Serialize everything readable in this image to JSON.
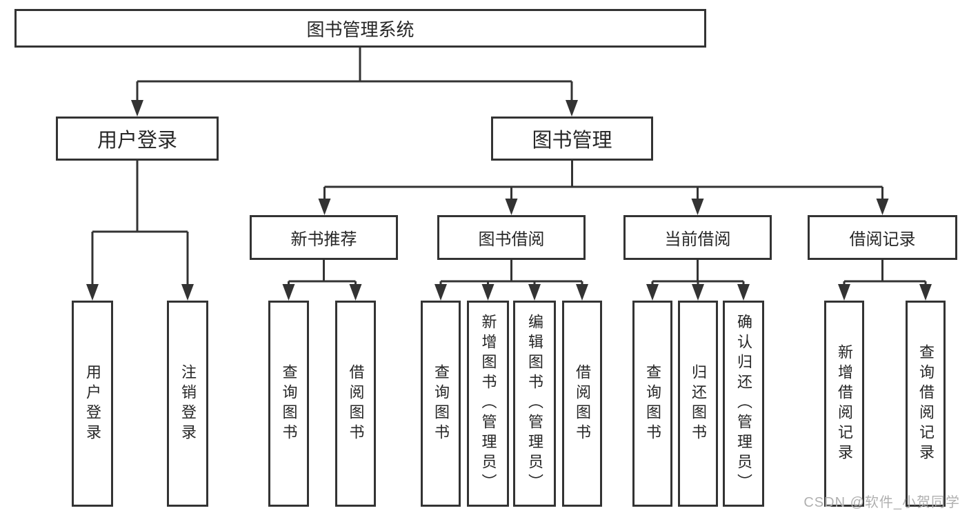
{
  "tree": {
    "title": "图书管理系统",
    "branches": [
      {
        "label": "用户登录",
        "children": [
          {
            "label": "用户登录"
          },
          {
            "label": "注销登录"
          }
        ]
      },
      {
        "label": "图书管理",
        "children": [
          {
            "label": "新书推荐",
            "children": [
              {
                "label": "查询图书"
              },
              {
                "label": "借阅图书"
              }
            ]
          },
          {
            "label": "图书借阅",
            "children": [
              {
                "label": "查询图书"
              },
              {
                "label": "新增图书（管理员）"
              },
              {
                "label": "编辑图书（管理员）"
              },
              {
                "label": "借阅图书"
              }
            ]
          },
          {
            "label": "当前借阅",
            "children": [
              {
                "label": "查询图书"
              },
              {
                "label": "归还图书"
              },
              {
                "label": "确认归还（管理员）"
              }
            ]
          },
          {
            "label": "借阅记录",
            "children": [
              {
                "label": "新增借阅记录"
              },
              {
                "label": "查询借阅记录"
              }
            ]
          }
        ]
      }
    ]
  },
  "watermark": {
    "text": "CSDN @软件_小贺同学"
  },
  "colors": {
    "line": "#333333",
    "text": "#262626",
    "background": "#ffffff",
    "watermark": "#b0b0b0"
  }
}
